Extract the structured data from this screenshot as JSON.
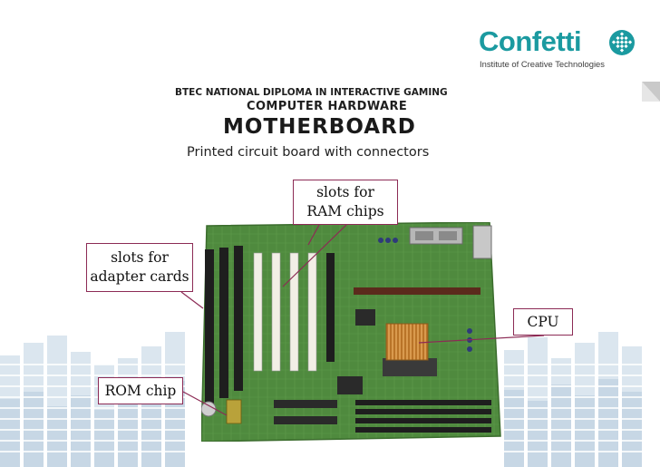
{
  "header": {
    "course": "BTEC NATIONAL DIPLOMA IN INTERACTIVE GAMING",
    "unit": "COMPUTER HARDWARE",
    "title": "MOTHERBOARD",
    "subtitle": "Printed circuit board with connectors"
  },
  "logo": {
    "name": "Confetti",
    "tagline": "Institute of Creative Technologies",
    "icon": "confetti-diamond-grid-icon"
  },
  "callouts": {
    "ram_line1": "slots for",
    "ram_line2": "RAM chips",
    "adapter_line1": "slots for",
    "adapter_line2": "adapter cards",
    "cpu": "CPU",
    "rom": "ROM chip"
  },
  "colors": {
    "brand": "#1b9aa0",
    "callout_border": "#8c2b55",
    "board_green": "#4f8a3e"
  }
}
